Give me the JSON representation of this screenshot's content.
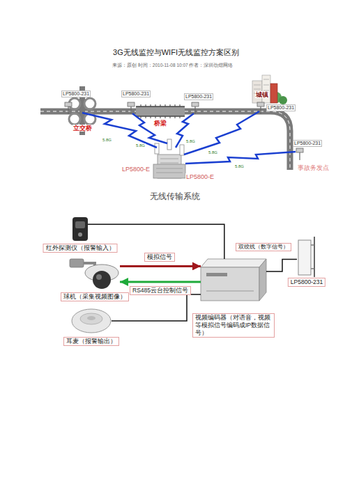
{
  "diagram": {
    "title": "3G无线监控与WIFI无线监控方案区别",
    "nodes": [
      {
        "text": [
          "红外探测仪（报警输入）"
        ]
      },
      {
        "text": [
          "球机（采集视频图像）"
        ]
      },
      {
        "text": [
          "耳麦（报警输出）"
        ]
      },
      {
        "text": [
          "视频编码器（对语音，视频等模拟信号编码成IP数据信号）"
        ]
      },
      {
        "text": [
          "LP5800-231"
        ]
      }
    ],
    "edges": [
      {
        "from": 0,
        "to": 3,
        "arrow": "none"
      },
      {
        "from": 1,
        "to": 3,
        "arrow": "to",
        "label": "模拟信号"
      },
      {
        "from": 3,
        "to": 1,
        "arrow": "to",
        "label": "RS485云台控制信号"
      },
      {
        "from": 2,
        "to": 3,
        "arrow": "none"
      },
      {
        "from": 3,
        "to": 4,
        "arrow": "none",
        "label": "双绞线（数字信号）"
      }
    ],
    "labels": [
      "来源：原创 时间：2010-11-08 10:07 作者：深圳劲熠网络",
      "LP5800-231",
      "LP5800-231",
      "LP5800-231",
      "城镇",
      "LP5800-231",
      "LP5800-231",
      "事故务发点",
      "立交桥",
      "桥梁",
      "5.8G",
      "5.8G",
      "5.8G",
      "5.8G",
      "5.8G",
      "LP5800-E",
      "LP5800-E",
      "无线传输系统"
    ]
  }
}
